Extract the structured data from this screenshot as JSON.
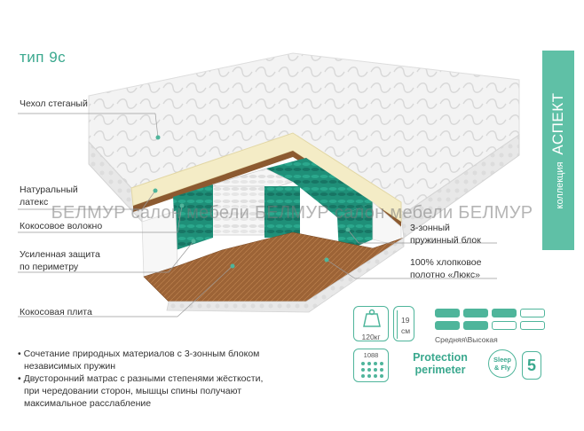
{
  "title": "тип 9с",
  "labels_left": {
    "cover": "Чехол стеганый",
    "latex_1": "Натуральный",
    "latex_2": "латекс",
    "coir_fiber": "Кокосовое волокно",
    "perimeter_1": "Усиленная защита",
    "perimeter_2": "по периметру",
    "coir_plate": "Кокосовая плита"
  },
  "labels_right": {
    "spring_1": "3-зонный",
    "spring_2": "пружинный блок",
    "cotton_1": "100% хлопковое",
    "cotton_2": "полотно «Люкс»"
  },
  "side_panel": {
    "small": "коллекция",
    "big": "АСПЕКТ"
  },
  "watermark": "БЕЛМУР салон мебели БЕЛМУР салон мебели БЕЛМУР",
  "bullets": [
    "• Сочетание природных материалов с 3-зонным блоком",
    "независимых пружин",
    "• Двусторонний матрас с разными степенями жёсткости,",
    "при чередовании сторон, мышцы спины получают",
    "максимальное расслабление"
  ],
  "specs": {
    "max_load": "120кг",
    "height_value": "19",
    "height_unit": "см",
    "firmness_label": "Средняя\\Высокая",
    "firmness_top_filled": 3,
    "firmness_bottom_filled": 2,
    "firmness_total": 4,
    "spring_count": "1088",
    "protection_1": "Protection",
    "protection_2": "perimeter",
    "sleep_1": "Sleep",
    "sleep_2": "& Fly",
    "warranty": "5"
  },
  "colors": {
    "accent": "#4fb59b",
    "panel": "#5fc0a6",
    "coir": "#a0683a",
    "latex": "#f4ecc6",
    "springs_green": "#1f8f78"
  }
}
